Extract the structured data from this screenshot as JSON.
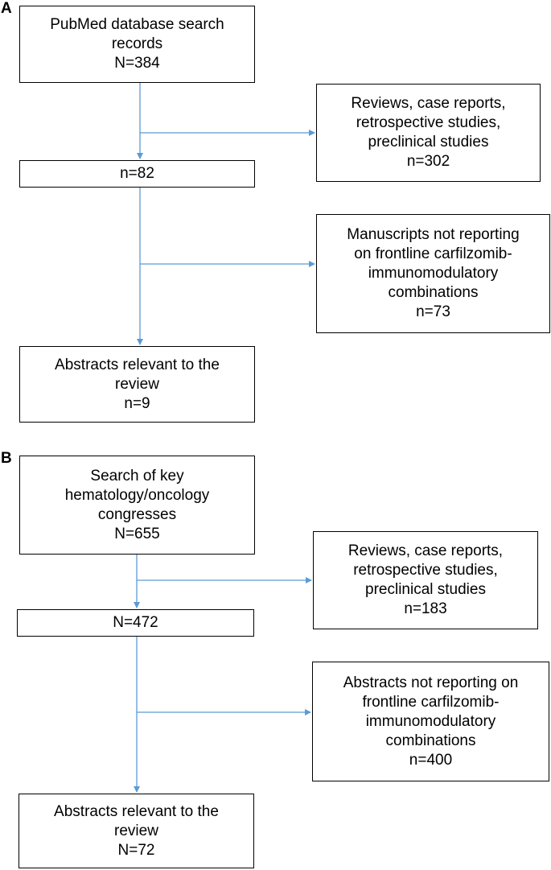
{
  "panels": [
    {
      "label": "A",
      "source": {
        "lines": [
          "PubMed database search",
          "records",
          "N=384"
        ]
      },
      "excluded1": {
        "lines": [
          "Reviews, case reports,",
          "retrospective studies,",
          "preclinical studies",
          "n=302"
        ]
      },
      "mid": {
        "lines": [
          "n=82"
        ]
      },
      "excluded2": {
        "lines": [
          "Manuscripts not reporting",
          "on frontline carfilzomib-",
          "immunomodulatory",
          "combinations",
          "n=73"
        ]
      },
      "result": {
        "lines": [
          "Abstracts relevant to the",
          "review",
          "n=9"
        ]
      }
    },
    {
      "label": "B",
      "source": {
        "lines": [
          "Search of key",
          "hematology/oncology",
          "congresses",
          "N=655"
        ]
      },
      "excluded1": {
        "lines": [
          "Reviews, case reports,",
          "retrospective studies,",
          "preclinical studies",
          "n=183"
        ]
      },
      "mid": {
        "lines": [
          "N=472"
        ]
      },
      "excluded2": {
        "lines": [
          "Abstracts not reporting on",
          "frontline carfilzomib-",
          "immunomodulatory",
          "combinations",
          "n=400"
        ]
      },
      "result": {
        "lines": [
          "Abstracts relevant to the",
          "review",
          "N=72"
        ]
      }
    }
  ],
  "colors": {
    "arrow": "#5b9bd5",
    "border": "#000000"
  }
}
